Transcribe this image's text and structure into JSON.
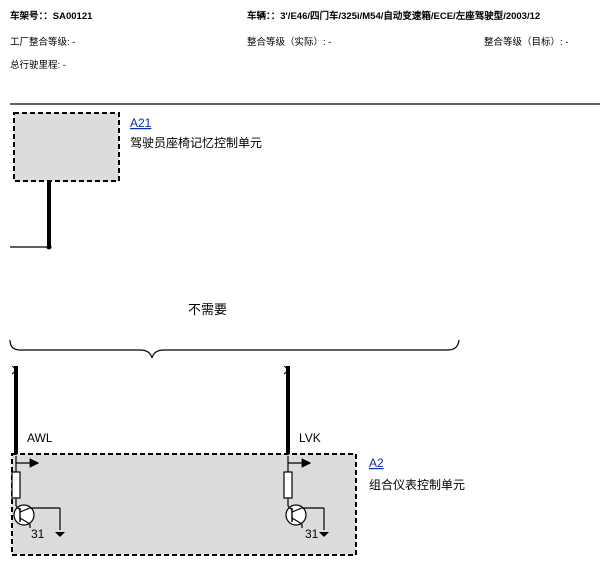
{
  "header": {
    "chassis_label": "车架号：",
    "chassis_value": "：SA00121",
    "vehicle_label": "车辆：",
    "vehicle_value": "：3'/E46/四门车/325i/M54/自动变速箱/ECE/左座驾驶型/2003/12",
    "factory_level": "工厂整合等级: -",
    "actual_level": "整合等级（实际）: -",
    "target_level": "整合等级（目标）: -",
    "mileage": "总行驶里程: -"
  },
  "components": {
    "a21": {
      "id": "A21",
      "name": "驾驶员座椅记忆控制单元"
    },
    "a2": {
      "id": "A2",
      "name": "组合仪表控制单元"
    }
  },
  "note": "不需要",
  "pins": {
    "awl": "AWL",
    "lvk": "LVK",
    "ground_left": "31",
    "ground_right": "31"
  },
  "colors": {
    "box_fill": "#dcdcdc",
    "link": "#0b2bb0",
    "line": "#000000"
  }
}
